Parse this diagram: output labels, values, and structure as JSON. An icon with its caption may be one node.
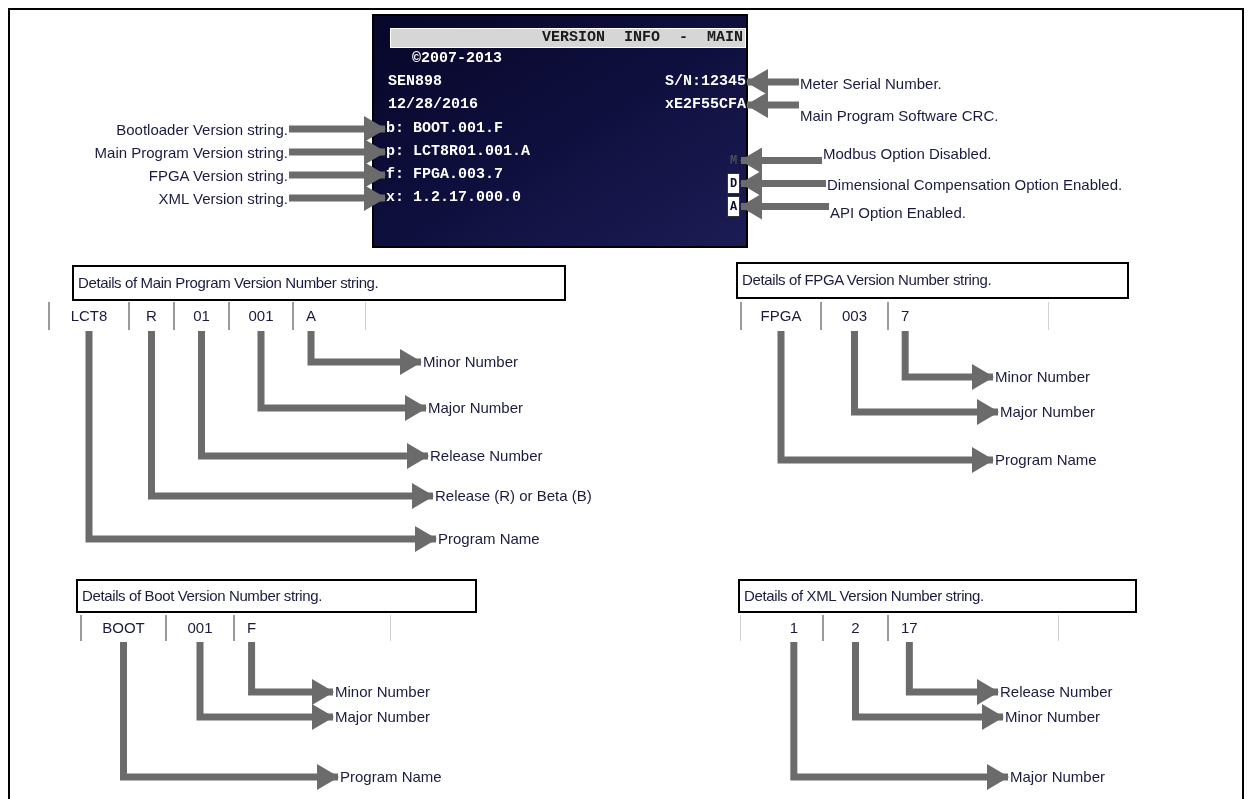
{
  "diagram": {
    "nodes": [
      {
        "text": [],
        "shape": "box"
      },
      {
        "text": [
          "VERSION INFO - MAIN"
        ],
        "in": 0
      },
      {
        "text": [
          "S/N:12345"
        ],
        "in": 0
      },
      {
        "text": [
          "xE2F55CFA"
        ],
        "in": 0
      },
      {
        "text": [
          "b: BOOT.001.F"
        ],
        "in": 0
      },
      {
        "text": [
          "p: LCT8R01.001.A"
        ],
        "in": 0
      },
      {
        "text": [
          "f: FPGA.003.7"
        ],
        "in": 0
      },
      {
        "text": [
          "x: 1.2.17.000.0"
        ],
        "in": 0
      },
      {
        "text": [
          "M"
        ],
        "in": 0
      },
      {
        "text": [
          "D"
        ],
        "in": 0
      },
      {
        "text": [
          "A"
        ],
        "in": 0
      },
      {
        "text": [
          "Bootloader Version string."
        ]
      },
      {
        "text": [
          "Main Program Version string."
        ]
      },
      {
        "text": [
          "FPGA Version string."
        ]
      },
      {
        "text": [
          "XML Version string."
        ]
      },
      {
        "text": [
          "Meter Serial Number."
        ]
      },
      {
        "text": [
          "Main Program Software CRC."
        ]
      },
      {
        "text": [
          "Modbus Option Disabled."
        ]
      },
      {
        "text": [
          "Dimensional Compensation Option Enabled."
        ]
      },
      {
        "text": [
          "API Option Enabled."
        ]
      },
      {
        "text": [
          "Details of Main Program Version Number string."
        ]
      },
      {
        "text": [
          "LCT8"
        ]
      },
      {
        "text": [
          "R"
        ]
      },
      {
        "text": [
          "01"
        ]
      },
      {
        "text": [
          "001"
        ]
      },
      {
        "text": [
          "A"
        ]
      },
      {
        "text": [
          "Minor Number"
        ]
      },
      {
        "text": [
          "Major Number"
        ]
      },
      {
        "text": [
          "Release Number"
        ]
      },
      {
        "text": [
          "Release (R) or Beta (B)"
        ]
      },
      {
        "text": [
          "Program Name"
        ]
      },
      {
        "text": [
          "Details of FPGA Version Number string."
        ]
      },
      {
        "text": [
          "FPGA"
        ]
      },
      {
        "text": [
          "003"
        ]
      },
      {
        "text": [
          "7"
        ]
      },
      {
        "text": [
          "Minor Number"
        ]
      },
      {
        "text": [
          "Major Number"
        ]
      },
      {
        "text": [
          "Program Name"
        ]
      },
      {
        "text": [
          "Details of Boot Version Number string."
        ]
      },
      {
        "text": [
          "BOOT"
        ]
      },
      {
        "text": [
          "001"
        ]
      },
      {
        "text": [
          "F"
        ]
      },
      {
        "text": [
          "Minor Number"
        ]
      },
      {
        "text": [
          "Major Number"
        ]
      },
      {
        "text": [
          "Program Name"
        ]
      },
      {
        "text": [
          "Details of XML Version Number string."
        ]
      },
      {
        "text": [
          "1"
        ]
      },
      {
        "text": [
          "2"
        ]
      },
      {
        "text": [
          "17"
        ]
      },
      {
        "text": [
          "Release Number"
        ]
      },
      {
        "text": [
          "Minor Number"
        ]
      },
      {
        "text": [
          "Major Number"
        ]
      }
    ],
    "edges": [
      {
        "from": 11,
        "to": 4,
        "arrow": "to"
      },
      {
        "from": 12,
        "to": 5,
        "arrow": "to"
      },
      {
        "from": 13,
        "to": 6,
        "arrow": "to"
      },
      {
        "from": 14,
        "to": 7,
        "arrow": "to"
      },
      {
        "from": 15,
        "to": 2,
        "arrow": "to"
      },
      {
        "from": 16,
        "to": 3,
        "arrow": "to"
      },
      {
        "from": 17,
        "to": 8,
        "arrow": "to"
      },
      {
        "from": 18,
        "to": 9,
        "arrow": "to"
      },
      {
        "from": 19,
        "to": 10,
        "arrow": "to"
      },
      {
        "from": 25,
        "to": 26,
        "arrow": "to"
      },
      {
        "from": 24,
        "to": 27,
        "arrow": "to"
      },
      {
        "from": 23,
        "to": 28,
        "arrow": "to"
      },
      {
        "from": 22,
        "to": 29,
        "arrow": "to"
      },
      {
        "from": 21,
        "to": 30,
        "arrow": "to"
      },
      {
        "from": 34,
        "to": 35,
        "arrow": "to"
      },
      {
        "from": 33,
        "to": 36,
        "arrow": "to"
      },
      {
        "from": 32,
        "to": 37,
        "arrow": "to"
      },
      {
        "from": 41,
        "to": 42,
        "arrow": "to"
      },
      {
        "from": 40,
        "to": 43,
        "arrow": "to"
      },
      {
        "from": 39,
        "to": 44,
        "arrow": "to"
      },
      {
        "from": 48,
        "to": 49,
        "arrow": "to"
      },
      {
        "from": 47,
        "to": 50,
        "arrow": "to"
      },
      {
        "from": 46,
        "to": 51,
        "arrow": "to"
      }
    ],
    "labels": [
      "©2007-2013",
      "SEN898",
      "12/28/2016"
    ]
  }
}
